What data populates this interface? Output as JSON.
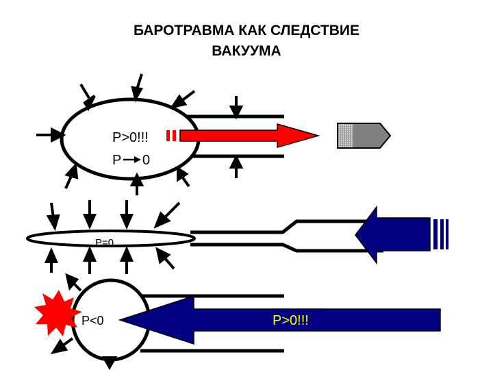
{
  "title": {
    "line1": "БАРОТРАВМА КАК СЛЕДСТВИЕ",
    "line2": "ВАКУУМА"
  },
  "scenario_top": {
    "label_pressure_positive": "P>0!!!",
    "label_p": "P",
    "label_zero": "0"
  },
  "scenario_middle": {
    "label_pressure_zero": "P=0"
  },
  "scenario_bottom": {
    "label_pressure_negative": "P<0",
    "label_inflow": "P>0!!!"
  },
  "colors": {
    "outflow_arrow": "#ff0000",
    "inflow_arrow": "#000080",
    "inflow_label": "#ffff00",
    "burst": "#ff0000",
    "projectile": "#808080"
  }
}
